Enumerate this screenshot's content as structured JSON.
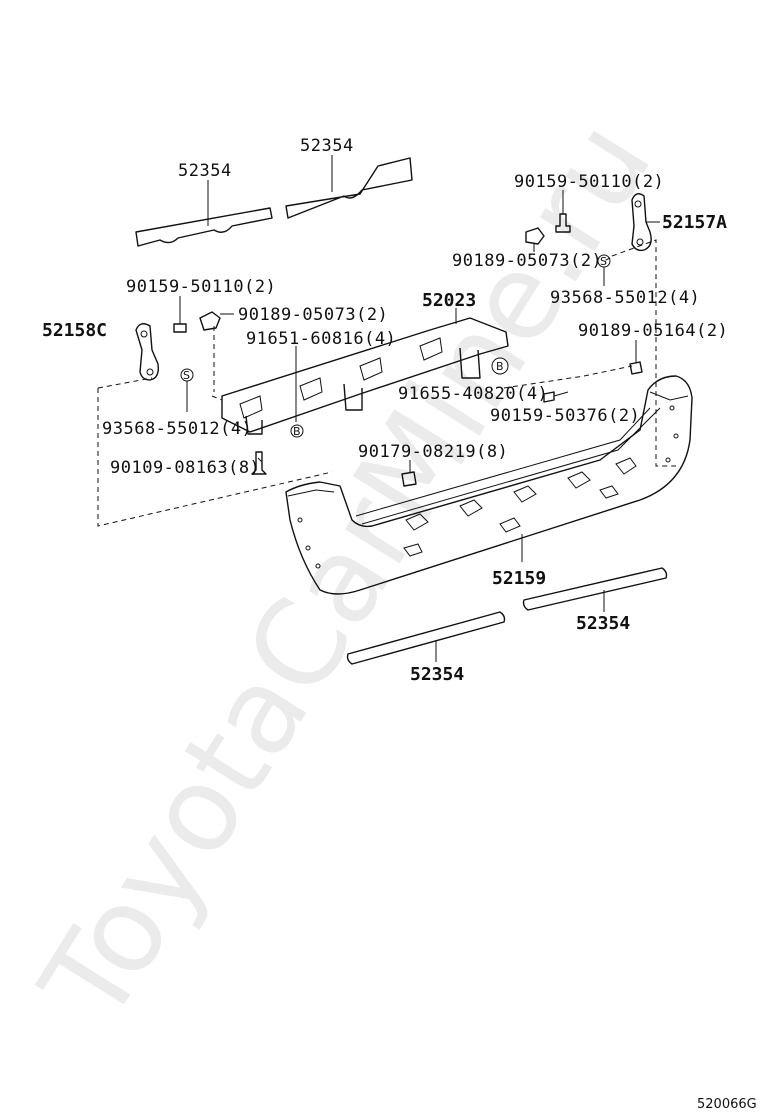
{
  "watermark": "ToyotaCarMine.ru",
  "diagram_code": "520066G",
  "callouts": {
    "s_mark": "S",
    "b_mark": "B"
  },
  "labels": {
    "p52354_a": "52354",
    "p52354_b": "52354",
    "p52354_c": "52354",
    "p52354_d": "52354",
    "p52157A": "52157A",
    "p52158C": "52158C",
    "p52023": "52023",
    "p52159": "52159",
    "p90159_50110_l": "90159-50110(2)",
    "p90159_50110_r": "90159-50110(2)",
    "p90189_05073_l": "90189-05073(2)",
    "p90189_05073_r": "90189-05073(2)",
    "p93568_55012_l": "93568-55012(4)",
    "p93568_55012_r": "93568-55012(4)",
    "p91651_60816": "91651-60816(4)",
    "p91655_40820": "91655-40820(4)",
    "p90189_05164": "90189-05164(2)",
    "p90159_50376": "90159-50376(2)",
    "p90179_08219": "90179-08219(8)",
    "p90109_08163": "90109-08163(8)"
  }
}
